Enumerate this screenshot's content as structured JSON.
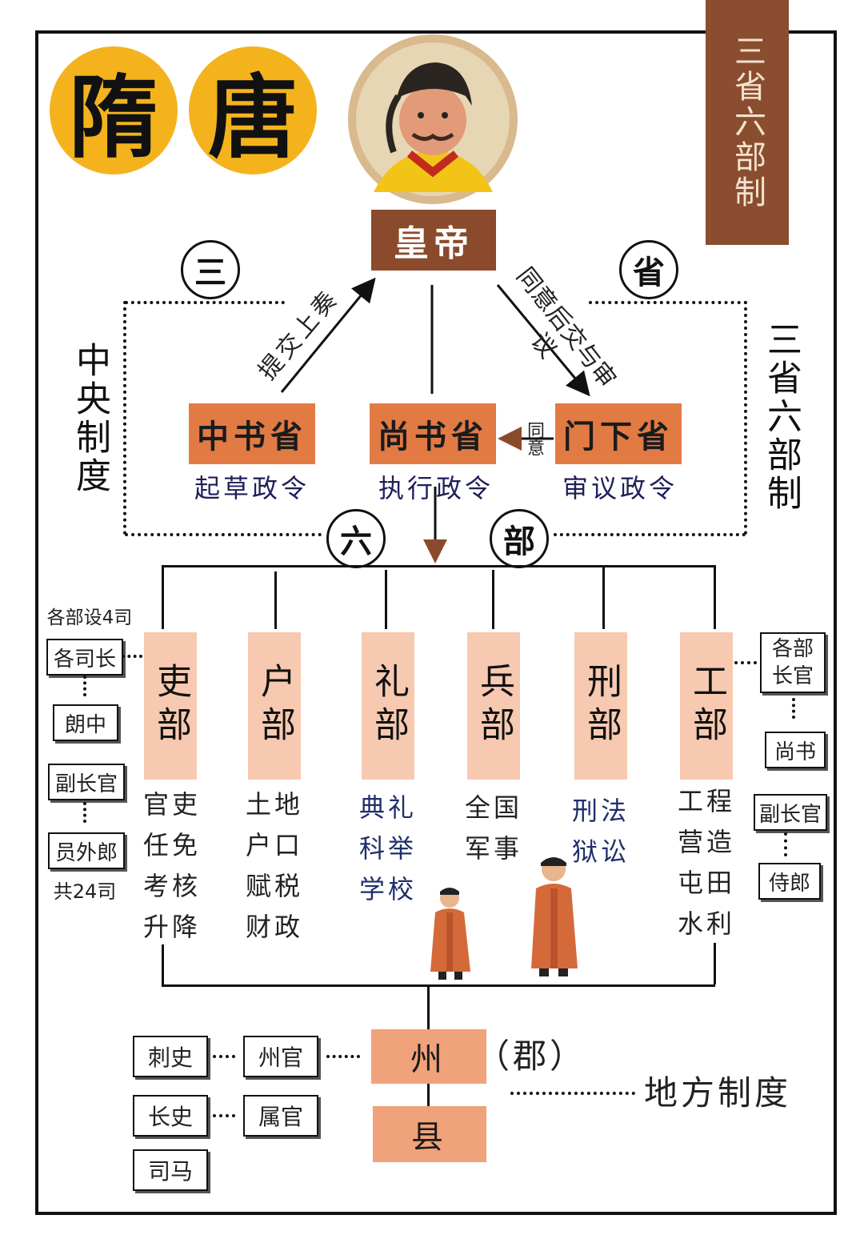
{
  "title": {
    "sui": "隋",
    "tang": "唐"
  },
  "banner": "三省六部制",
  "emperor": "皇帝",
  "rings": {
    "san": "三",
    "sheng": "省",
    "liu": "六",
    "bu": "部"
  },
  "left_label": "中央制度",
  "right_label": "三省六部制",
  "arrows": {
    "submit": "提交上奏",
    "approve": "同意后交与审议",
    "agree": "同意"
  },
  "sheng": [
    {
      "name": "中书省",
      "duty": "起草政令"
    },
    {
      "name": "尚书省",
      "duty": "执行政令"
    },
    {
      "name": "门下省",
      "duty": "审议政令"
    }
  ],
  "bu_note": "各部设4司",
  "left_ranks": [
    "各司长",
    "朗中",
    "副长官",
    "员外郎"
  ],
  "left_total": "共24司",
  "right_ranks": [
    "各部长官",
    "尚书",
    "副长官",
    "侍郎"
  ],
  "departments": [
    {
      "name": "吏部",
      "duties": [
        "官吏",
        "任免",
        "考核",
        "升降"
      ],
      "color": "#222222"
    },
    {
      "name": "户部",
      "duties": [
        "土地",
        "户口",
        "赋税",
        "财政"
      ],
      "color": "#222222"
    },
    {
      "name": "礼部",
      "duties": [
        "典礼",
        "科举",
        "学校"
      ],
      "color": "#1f2f6a"
    },
    {
      "name": "兵部",
      "duties": [
        "全国",
        "军事"
      ],
      "color": "#222222"
    },
    {
      "name": "刑部",
      "duties": [
        "刑法",
        "狱讼"
      ],
      "color": "#1f2f6a"
    },
    {
      "name": "工部",
      "duties": [
        "工程",
        "营造",
        "屯田",
        "水利"
      ],
      "color": "#222222"
    }
  ],
  "local": {
    "zhou": "州",
    "jun": "（郡）",
    "xian": "县",
    "label": "地方制度",
    "officials_col1": [
      "刺史",
      "长史",
      "司马"
    ],
    "officials_col2": [
      "州官",
      "属官"
    ]
  }
}
